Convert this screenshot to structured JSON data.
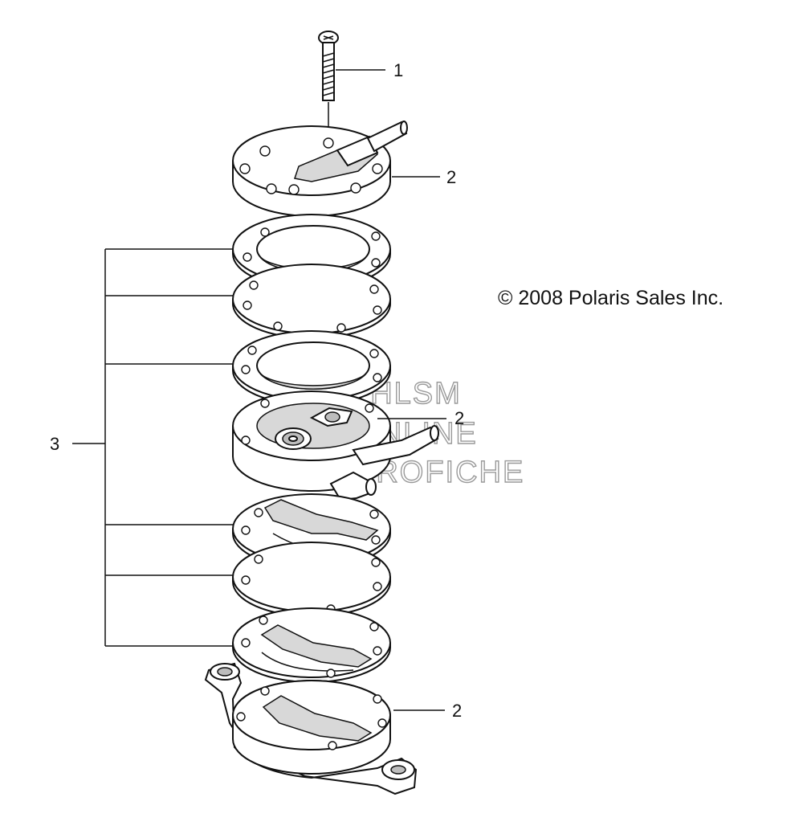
{
  "copyright": "© 2008 Polaris Sales Inc.",
  "watermark": [
    "HLSM",
    "ONLINE",
    "MICROFICHE"
  ],
  "callouts": [
    {
      "id": "screw",
      "label": "1"
    },
    {
      "id": "top_cover",
      "label": "2"
    },
    {
      "id": "pump_body",
      "label": "2"
    },
    {
      "id": "bottom_cover",
      "label": "2"
    },
    {
      "id": "gasket_kit",
      "label": "3"
    }
  ]
}
